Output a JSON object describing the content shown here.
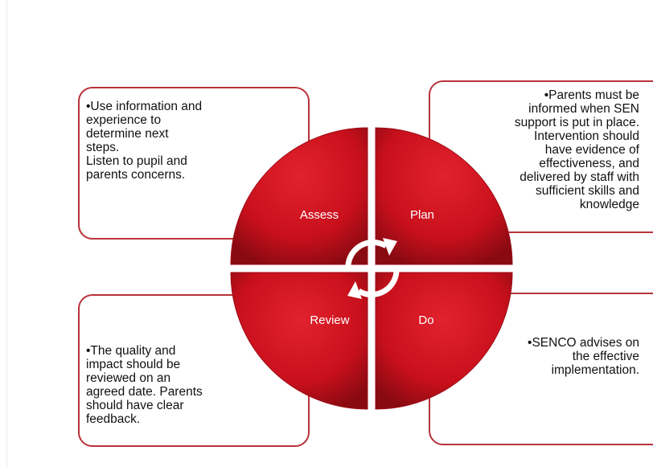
{
  "cycle": {
    "assess": {
      "label": "Assess",
      "note": "•Use information and\nexperience to\ndetermine next\nsteps.\nListen to pupil and\nparents concerns."
    },
    "plan": {
      "label": "Plan",
      "note": "•Parents must be\ninformed when SEN\nsupport is put in place.\nIntervention should\nhave evidence of\neffectiveness, and\ndelivered by staff with\nsufficient skills and\nknowledge"
    },
    "review": {
      "label": "Review",
      "note": "•The quality and\nimpact should be\nreviewed on an\nagreed date. Parents\nshould have clear\nfeedback."
    },
    "do": {
      "label": "Do",
      "note": "•SENCO advises on\nthe effective\nimplementation."
    }
  },
  "colors": {
    "quadrant_fill": "#c8101c",
    "quadrant_dark": "#8a0a12",
    "box_border": "#b8323a",
    "arrow_color": "#ffffff"
  },
  "center_icon": "circular-arrows-icon"
}
